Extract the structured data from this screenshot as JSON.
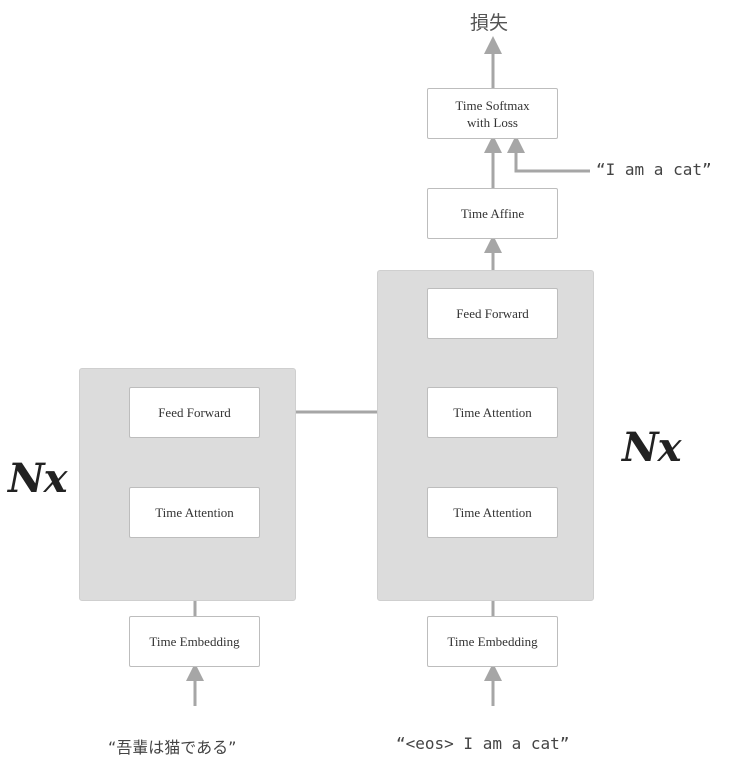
{
  "encoder": {
    "feed_forward": "Feed Forward",
    "attention": "Time Attention",
    "embedding": "Time Embedding",
    "repeat": "Nx",
    "input": "“吾輩は猫である”"
  },
  "decoder": {
    "feed_forward": "Feed Forward",
    "attention_top": "Time Attention",
    "attention_bottom": "Time Attention",
    "embedding": "Time Embedding",
    "repeat": "Nx",
    "input": "“<eos> I am a cat”"
  },
  "head": {
    "affine": "Time Affine",
    "softmax": "Time Softmax\nwith Loss",
    "target": "“I am a cat”",
    "output": "損失"
  },
  "colors": {
    "panel": "#dcdcdc",
    "arrow": "#a6a6a6",
    "box_border": "#bdbdbd"
  }
}
